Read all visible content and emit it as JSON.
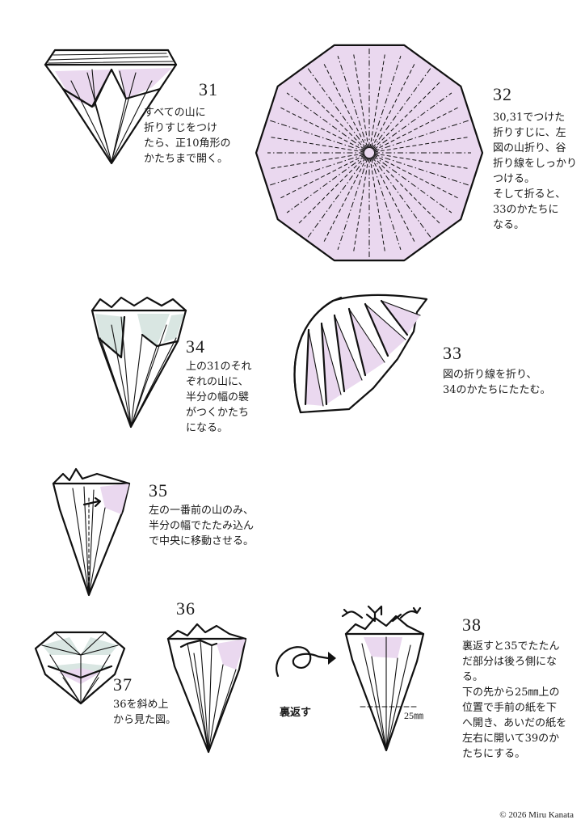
{
  "steps": {
    "s31": {
      "num": "31",
      "text": "すべての山に\n折りすじをつけ\nたら、正10角形の\nかたちまで開く。"
    },
    "s32": {
      "num": "32",
      "text": "30,31でつけた\n折りすじに、左\n図の山折り、谷\n折り線をしっかり\nつける。\nそして折ると、\n33のかたちに\nなる。"
    },
    "s33": {
      "num": "33",
      "text": "図の折り線を折り、\n34のかたちにたたむ。"
    },
    "s34": {
      "num": "34",
      "text": "上の31のそれ\nぞれの山に、\n半分の幅の襞\nがつくかたち\nになる。"
    },
    "s35": {
      "num": "35",
      "text": "左の一番前の山のみ、\n半分の幅でたたみ込ん\nで中央に移動させる。"
    },
    "s36": {
      "num": "36"
    },
    "s37": {
      "num": "37",
      "text": "36を斜め上\nから見た図。"
    },
    "s38": {
      "num": "38",
      "text": "裏返すと35でたたん\nだ部分は後ろ側にな\nる。\n下の先から25㎜上の\n位置で手前の紙を下\nへ開き、あいだの紙を\n左右に開いて39のか\nたちにする。"
    }
  },
  "flip_label": "裏返す",
  "measure_label": "25㎜",
  "copyright": "© 2026 Miru Kanata",
  "colors": {
    "paper_pink": "#ead8ef",
    "paper_green": "#d9e6e2",
    "line": "#111111"
  }
}
